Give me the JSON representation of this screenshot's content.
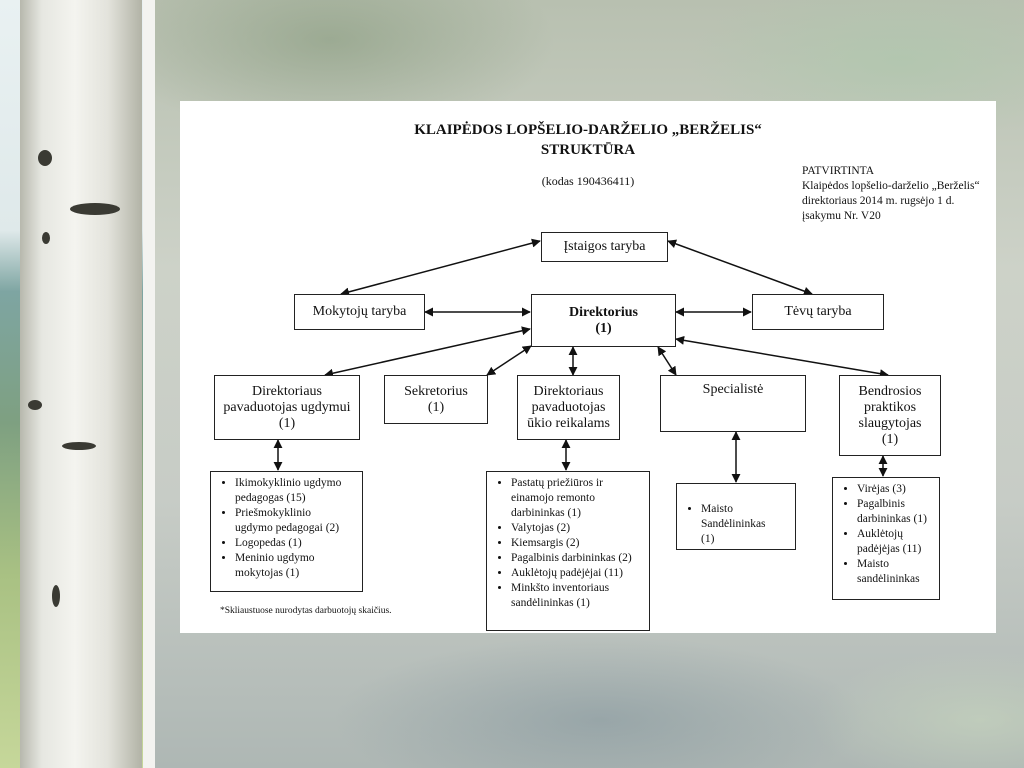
{
  "doc": {
    "title_line1": "KLAIPĖDOS LOPŠELIO-DARŽELIO „BERŽELIS“",
    "title_line2": "STRUKTŪRA",
    "code": "(kodas 190436411)",
    "approval": [
      "PATVIRTINTA",
      "Klaipėdos lopšelio-darželio „Berželis“",
      "direktoriaus 2014 m. rugsėjo 1 d.",
      "įsakymu Nr. V20"
    ],
    "footnote": "*Skliaustuose nurodytas darbuotojų skaičius."
  },
  "nodes": {
    "council": "Įstaigos taryba",
    "teachers_council": "Mokytojų taryba",
    "director": "Direktorius",
    "director_count": "(1)",
    "parents_council": "Tėvų taryba",
    "deputy_education": [
      "Direktoriaus",
      "pavaduotojas ugdymui",
      "(1)"
    ],
    "secretary": [
      "Sekretorius",
      "(1)"
    ],
    "deputy_economy": [
      "Direktoriaus",
      "pavaduotojas",
      "ūkio reikalams"
    ],
    "specialist": "Specialistė",
    "nurse": [
      "Bendrosios",
      "praktikos",
      "slaugytojas",
      "(1)"
    ]
  },
  "lists": {
    "education": [
      [
        "Ikimokyklinio ugdymo",
        "pedagogas (15)"
      ],
      [
        "Priešmokyklinio",
        "ugdymo pedagogai (2)"
      ],
      [
        "Logopedas (1)"
      ],
      [
        "Meninio ugdymo",
        "mokytojas (1)"
      ]
    ],
    "economy": [
      [
        "Pastatų priežiūros ir",
        "einamojo remonto",
        "darbininkas (1)"
      ],
      [
        "Valytojas (2)"
      ],
      [
        "Kiemsargis (2)"
      ],
      [
        "Pagalbinis darbininkas (2)"
      ],
      [
        "Auklėtojų padėjėjai (11)"
      ],
      [
        "Minkšto inventoriaus",
        "sandėlininkas (1)"
      ]
    ],
    "specialist": [
      [
        "Maisto Sandėlininkas",
        "(1)"
      ]
    ],
    "nurse": [
      [
        "Virėjas (3)"
      ],
      [
        "Pagalbinis",
        "darbininkas (1)"
      ],
      [
        "Auklėtojų",
        "padėjėjas (11)"
      ],
      [
        "Maisto",
        "sandėlininkas"
      ]
    ]
  }
}
